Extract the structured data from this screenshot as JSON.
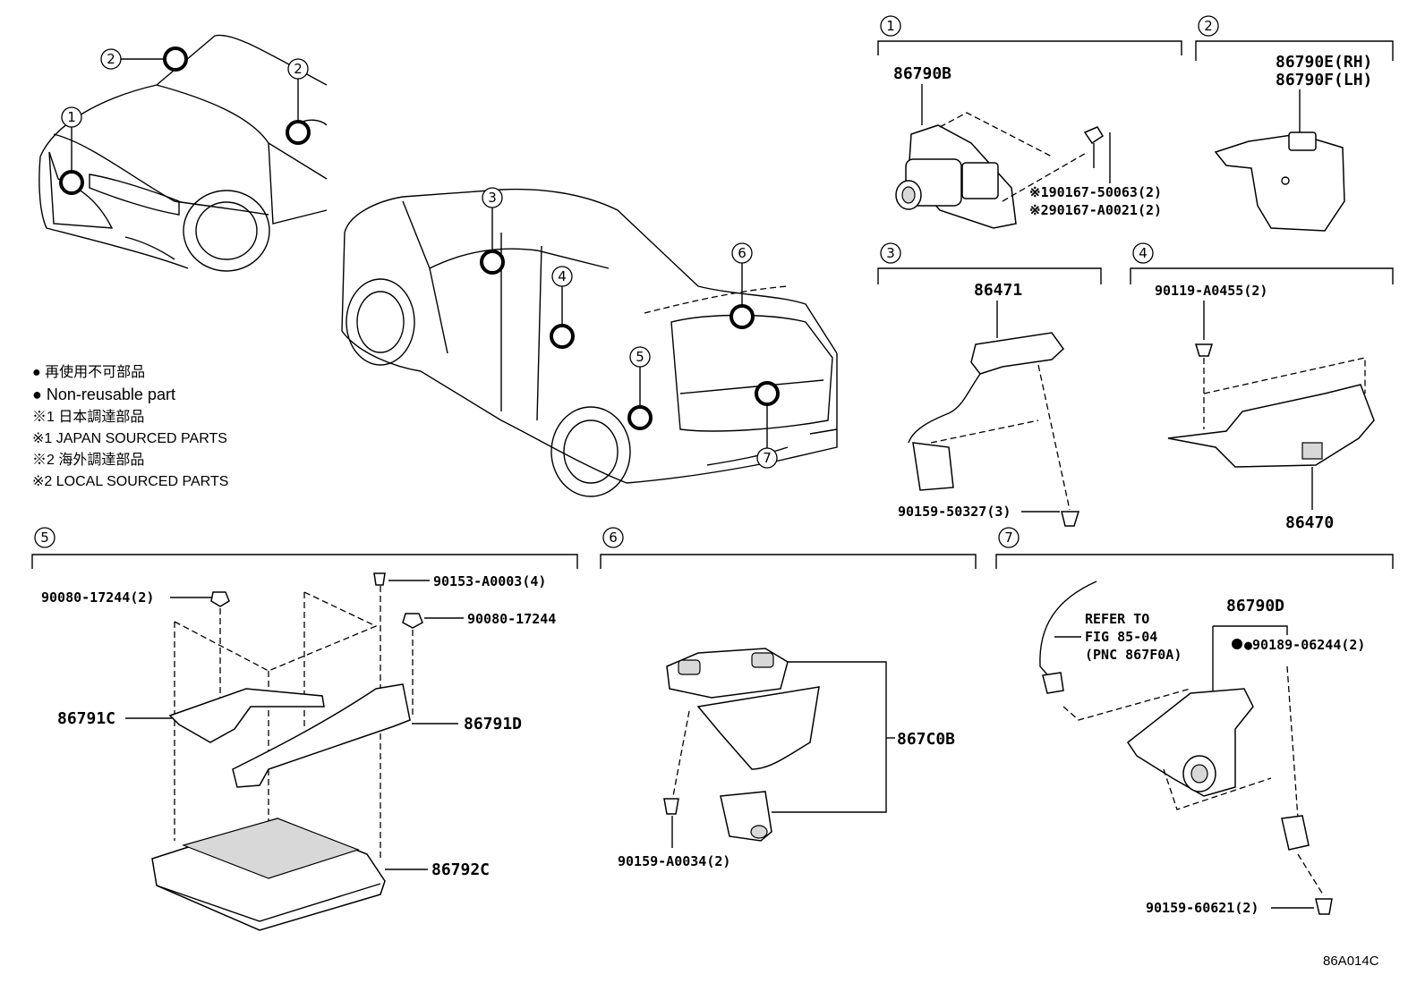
{
  "diagram_code": "86A014C",
  "legend": {
    "non_reusable_jp": "● 再使用不可部品",
    "non_reusable_en": "● Non-reusable part",
    "note1_jp": "※1 日本調達部品",
    "note1_en": "※1 JAPAN SOURCED PARTS",
    "note2_jp": "※2 海外調達部品",
    "note2_en": "※2 LOCAL SOURCED PARTS"
  },
  "locations": [
    "1",
    "2",
    "3",
    "4",
    "5",
    "6",
    "7"
  ],
  "panels": {
    "p1": {
      "num": "1",
      "part": "86790B",
      "screw1": "※190167-50063(2)",
      "screw2": "※290167-A0021(2)"
    },
    "p2": {
      "num": "2",
      "part_rh": "86790E(RH)",
      "part_lh": "86790F(LH)"
    },
    "p3": {
      "num": "3",
      "part": "86471",
      "screw": "90159-50327(3)"
    },
    "p4": {
      "num": "4",
      "bolt": "90119-A0455(2)",
      "part": "86470"
    },
    "p5": {
      "num": "5",
      "nut1": "90080-17244(2)",
      "bolt": "90153-A0003(4)",
      "nut2": "90080-17244",
      "bracket_l": "86791C",
      "bracket_r": "86791D",
      "ecu": "86792C"
    },
    "p6": {
      "num": "6",
      "part": "867C0B",
      "screw": "90159-A0034(2)"
    },
    "p7": {
      "num": "7",
      "refer1": "REFER TO",
      "refer2": "FIG 85-04",
      "refer3": "(PNC 867F0A)",
      "part": "86790D",
      "clip": "●90189-06244(2)",
      "screw": "90159-60621(2)"
    }
  }
}
